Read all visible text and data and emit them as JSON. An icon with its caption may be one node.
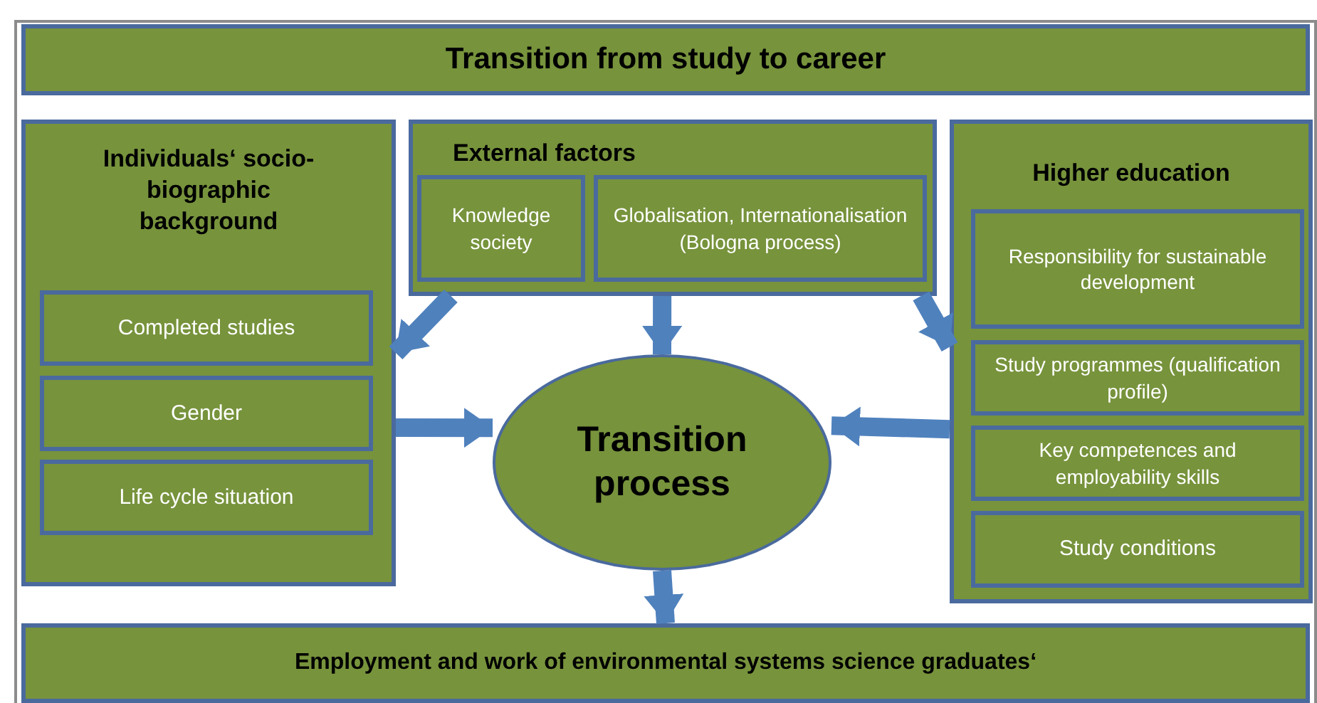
{
  "diagram": {
    "nodes": [
      {
        "text": [
          "Transition from study to career"
        ]
      },
      {
        "text": [
          "Individuals‘ socio-biographic background"
        ]
      },
      {
        "text": [
          "Completed studies"
        ],
        "in": 1
      },
      {
        "text": [
          "Gender"
        ],
        "in": 1
      },
      {
        "text": [
          "Life cycle situation"
        ],
        "in": 1
      },
      {
        "text": [
          "External factors"
        ]
      },
      {
        "text": [
          "Knowledge society"
        ],
        "in": 5
      },
      {
        "text": [
          "Globalisation, Internationalisation (Bologna process)"
        ],
        "in": 5
      },
      {
        "text": [
          "Higher education"
        ]
      },
      {
        "text": [
          "Responsibility for sustainable development"
        ],
        "in": 8
      },
      {
        "text": [
          "Study programmes (qualification profile)"
        ],
        "in": 8
      },
      {
        "text": [
          "Key competences and employability skills"
        ],
        "in": 8
      },
      {
        "text": [
          "Study conditions"
        ],
        "in": 8
      },
      {
        "text": [
          "Transition process"
        ]
      },
      {
        "text": [
          "Employment and work of environmental systems science graduates‘"
        ]
      }
    ],
    "edges": [
      {
        "from": 5,
        "to": 1,
        "arrow": "to"
      },
      {
        "from": 5,
        "to": 13,
        "arrow": "to"
      },
      {
        "from": 5,
        "to": 8,
        "arrow": "to"
      },
      {
        "from": 1,
        "to": 13,
        "arrow": "to"
      },
      {
        "from": 8,
        "to": 13,
        "arrow": "to"
      },
      {
        "from": 13,
        "to": 14,
        "arrow": "to"
      }
    ]
  }
}
